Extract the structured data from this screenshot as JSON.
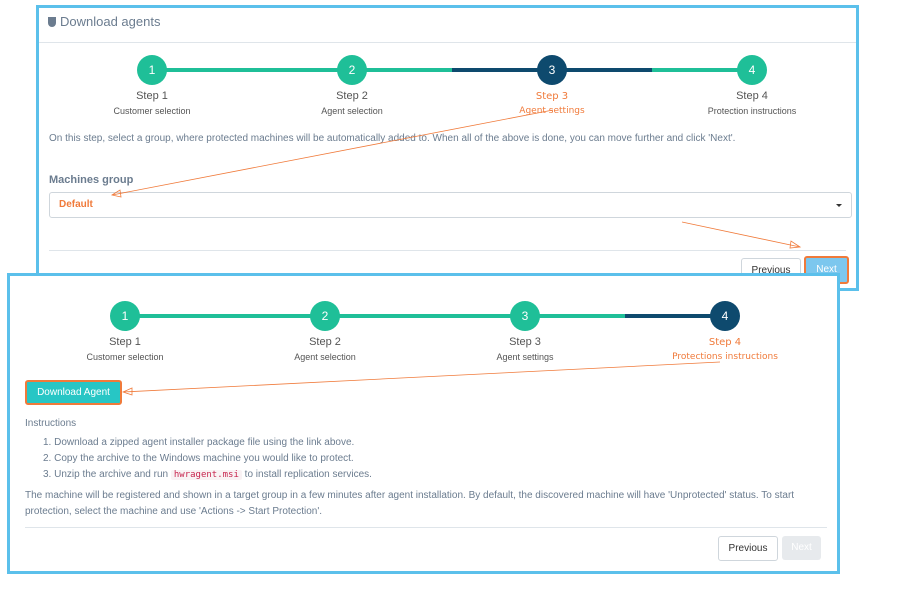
{
  "panel1": {
    "title": "Download agents",
    "steps": [
      {
        "label": "Step 1",
        "sub": "Customer selection",
        "num": "1"
      },
      {
        "label": "Step 2",
        "sub": "Agent selection",
        "num": "2"
      },
      {
        "label": "Step 3",
        "sub": "Agent settings",
        "num": "3"
      },
      {
        "label": "Step 4",
        "sub": "Protection instructions",
        "num": "4"
      }
    ],
    "description": "On this step, select a group, where protected machines will be automatically added to. When all of the above is done, you can move further and click 'Next'.",
    "group_label": "Machines group",
    "group_value": "Default",
    "previous_label": "Previous",
    "next_label": "Next"
  },
  "panel2": {
    "steps": [
      {
        "label": "Step 1",
        "sub": "Customer selection",
        "num": "1"
      },
      {
        "label": "Step 2",
        "sub": "Agent selection",
        "num": "2"
      },
      {
        "label": "Step 3",
        "sub": "Agent settings",
        "num": "3"
      },
      {
        "label": "Step 4",
        "sub": "Protections instructions",
        "num": "4"
      }
    ],
    "download_label": "Download Agent",
    "instructions_title": "Instructions",
    "instructions": {
      "item1": "1. Download a zipped agent installer package file using the link above.",
      "item2": "2. Copy the archive to the Windows machine you would like to protect.",
      "item3_pre": "3. Unzip the archive and run",
      "item3_code": "hwragent.msi",
      "item3_post": "to install replication services."
    },
    "note": "The machine will be registered and shown in a target group in a few minutes after agent installation. By default, the discovered machine will have 'Unprotected' status. To start protection, select the machine and use 'Actions -> Start Protection'.",
    "previous_label": "Previous",
    "next_label": "Next"
  },
  "colors": {
    "panel_border": "#5bc0eb",
    "step_done": "#1fbf98",
    "step_active": "#0e4a6e",
    "annotation": "#f07a3a",
    "download_button": "#27c6c5"
  }
}
